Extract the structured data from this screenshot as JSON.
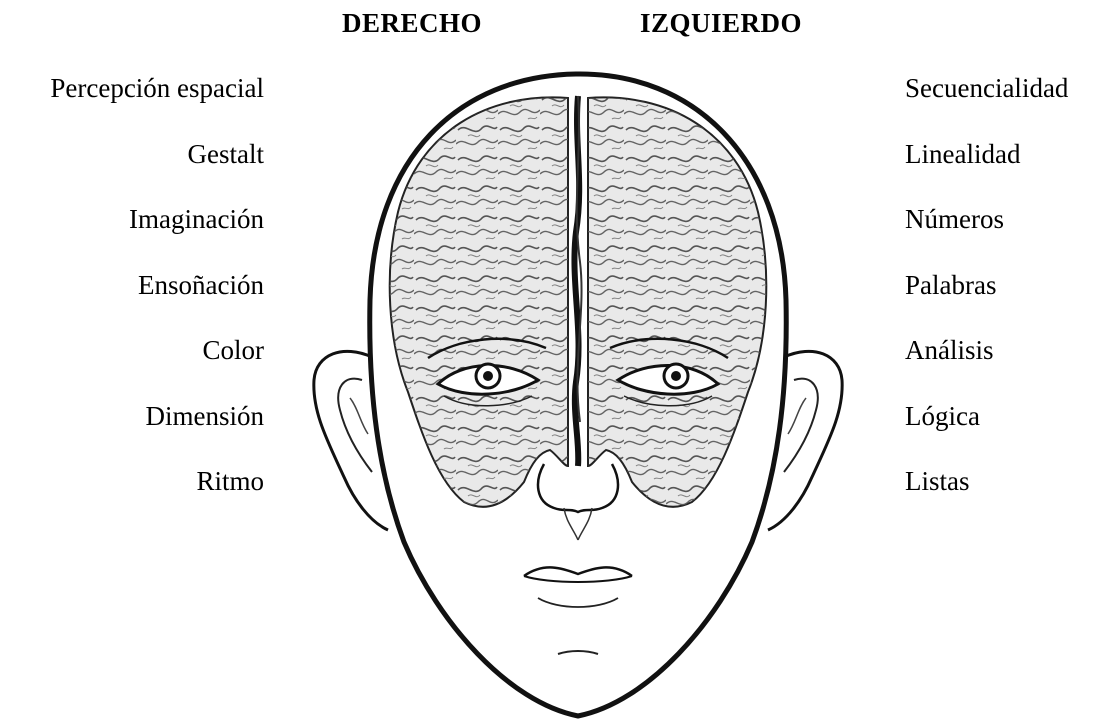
{
  "headings": {
    "right": "DERECHO",
    "left": "IZQUIERDO"
  },
  "right_hemisphere_traits": [
    "Percepción espacial",
    "Gestalt",
    "Imaginación",
    "Ensoñación",
    "Color",
    "Dimensión",
    "Ritmo"
  ],
  "left_hemisphere_traits": [
    "Secuencialidad",
    "Linealidad",
    "Números",
    "Palabras",
    "Análisis",
    "Lógica",
    "Listas"
  ]
}
